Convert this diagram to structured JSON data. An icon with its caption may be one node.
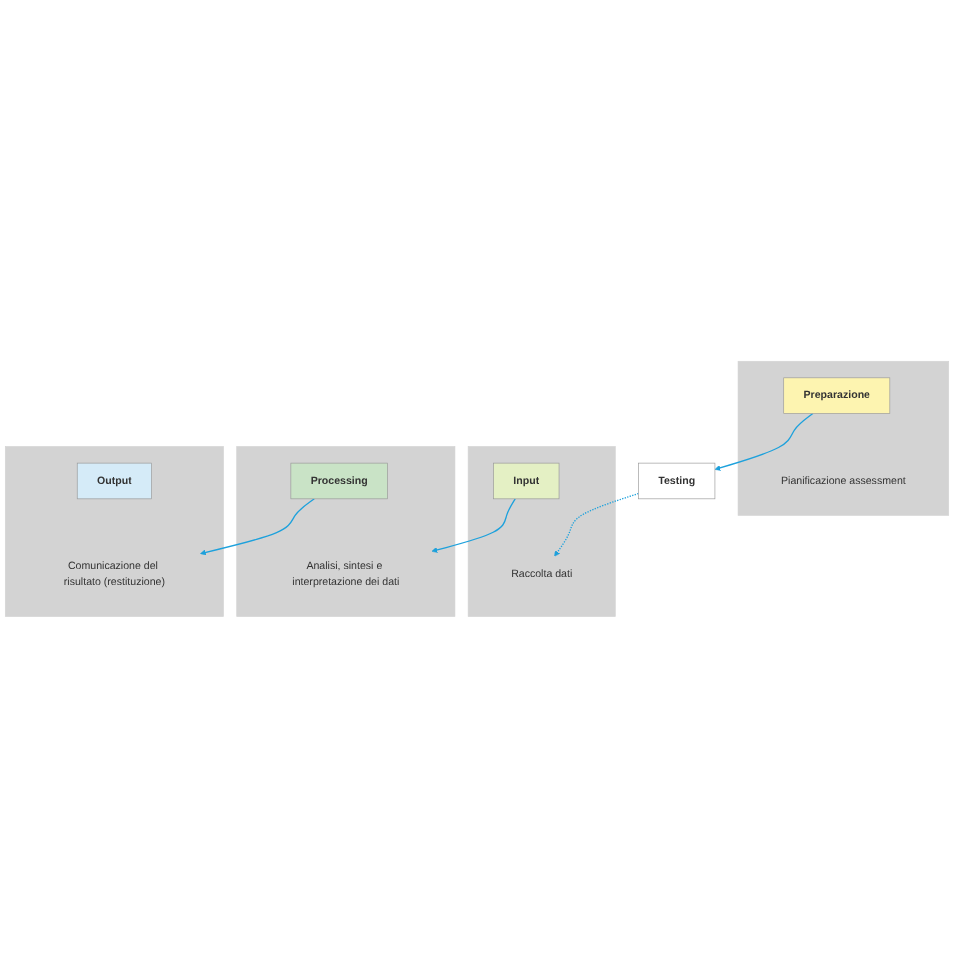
{
  "diagram": {
    "nodes": [
      {
        "text": [],
        "shape": "box"
      },
      {
        "text": [
          "Preparazione"
        ],
        "in": 0
      },
      {
        "text": [
          "Pianificazione assessment"
        ],
        "in": 0
      },
      {
        "text": [],
        "shape": "box"
      },
      {
        "text": [
          "Input"
        ],
        "in": 3
      },
      {
        "text": [
          "Raccolta dati"
        ],
        "in": 3
      },
      {
        "text": [],
        "shape": "box"
      },
      {
        "text": [
          "Processing"
        ],
        "in": 6
      },
      {
        "text": [
          "Analisi, sintesi e interpretazione dei dati"
        ],
        "in": 6
      },
      {
        "text": [],
        "shape": "box"
      },
      {
        "text": [
          "Output"
        ],
        "in": 9
      },
      {
        "text": [
          "Comunicazione del risultato (restituzione)"
        ],
        "in": 9
      },
      {
        "text": [
          "Testing"
        ]
      }
    ],
    "edges": [
      {
        "from": 1,
        "to": 12,
        "arrow": "to"
      },
      {
        "from": 12,
        "to": 5,
        "arrow": "to",
        "style": "dashed"
      },
      {
        "from": 4,
        "to": 8,
        "arrow": "to"
      },
      {
        "from": 7,
        "to": 11,
        "arrow": "to"
      }
    ]
  }
}
